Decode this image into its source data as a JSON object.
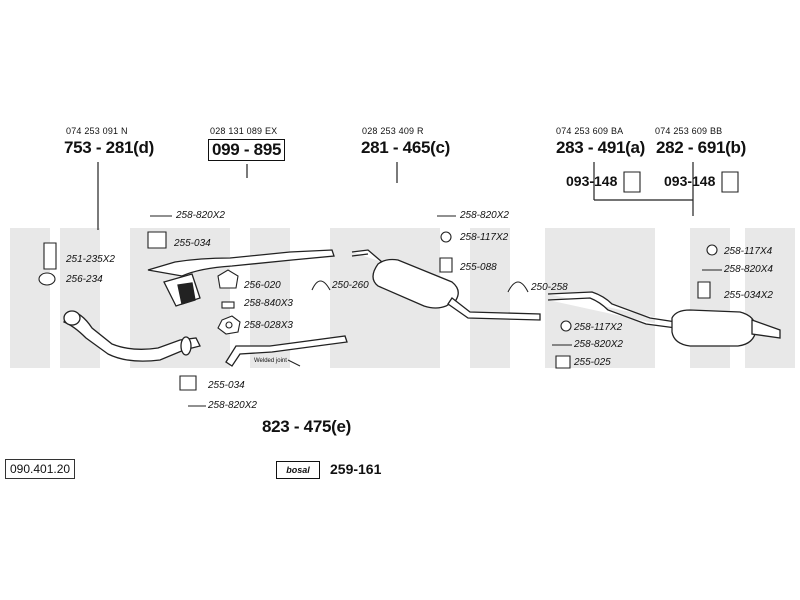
{
  "catalog_number": "090.401.20",
  "groups": {
    "front_pipe": {
      "ref": "074 253 091 N",
      "part": "753 - 281(d)"
    },
    "catalyst": {
      "ref": "028 131 089 EX",
      "part": "099 - 895"
    },
    "middle_silencer": {
      "ref": "028 253 409 R",
      "part": "281 - 465(c)"
    },
    "rear_a": {
      "ref": "074 253 609 BA",
      "part": "283 - 491(a)"
    },
    "rear_b": {
      "ref": "074 253 609 BB",
      "part": "282 - 691(b)"
    },
    "bracket_a": "093-148",
    "bracket_b": "093-148",
    "middle_pipe": "823 - 475(e)",
    "fitting_kit": "259-161",
    "brand": "bosal"
  },
  "labels": {
    "l_258_820x2_top_left": "258-820X2",
    "l_255_034_top": "255-034",
    "l_251_235x2": "251-235X2",
    "l_256_234": "256-234",
    "l_256_020": "256-020",
    "l_258_840x3": "258-840X3",
    "l_258_028x3": "258-028X3",
    "l_250_260": "250-260",
    "l_welded": "Welded joint",
    "l_255_034_bottom": "255-034",
    "l_258_820x2_bottom": "258-820X2",
    "l_258_820x2_mid": "258-820X2",
    "l_258_117x2_mid": "258-117X2",
    "l_255_088": "255-088",
    "l_250_258": "250-258",
    "l_258_117x4": "258-117X4",
    "l_258_820x4": "258-820X4",
    "l_255_034x2": "255-034X2",
    "l_258_117x2_right": "258-117X2",
    "l_258_820x2_right": "258-820X2",
    "l_255_025": "255-025"
  }
}
